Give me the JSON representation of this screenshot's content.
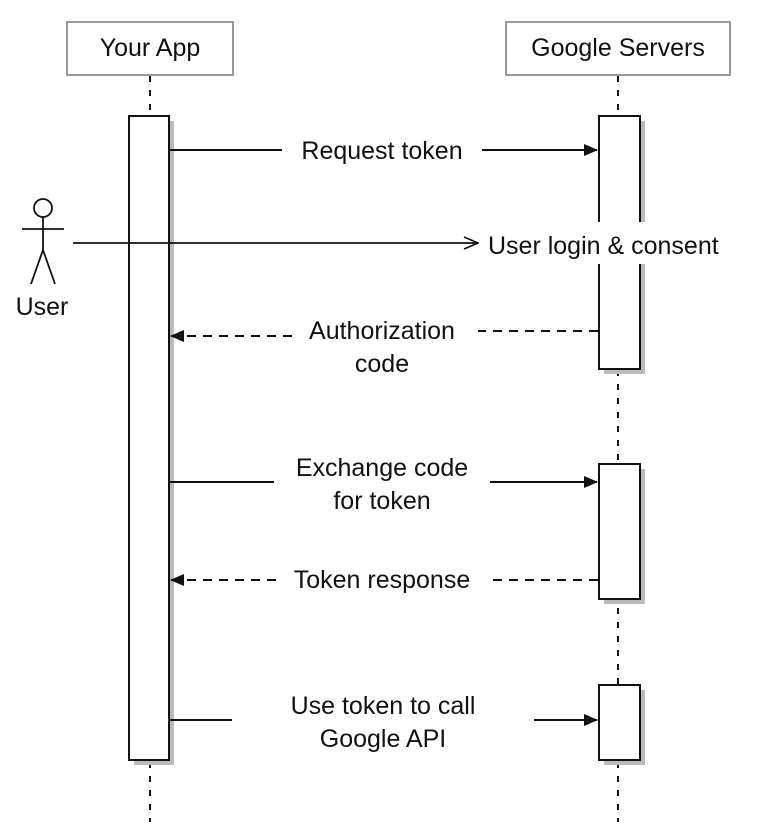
{
  "participants": {
    "your_app": "Your App",
    "google_servers": "Google Servers",
    "user": "User"
  },
  "messages": {
    "request_token": "Request token",
    "user_login": "User login & consent",
    "authorization_code": [
      "Authorization",
      "code"
    ],
    "exchange_code": [
      "Exchange code",
      "for token"
    ],
    "token_response": "Token response",
    "use_token": [
      "Use token to call",
      "Google API"
    ]
  },
  "colors": {
    "line": "#111111",
    "header_border": "#777777",
    "shadow": "#bbbbbb"
  }
}
